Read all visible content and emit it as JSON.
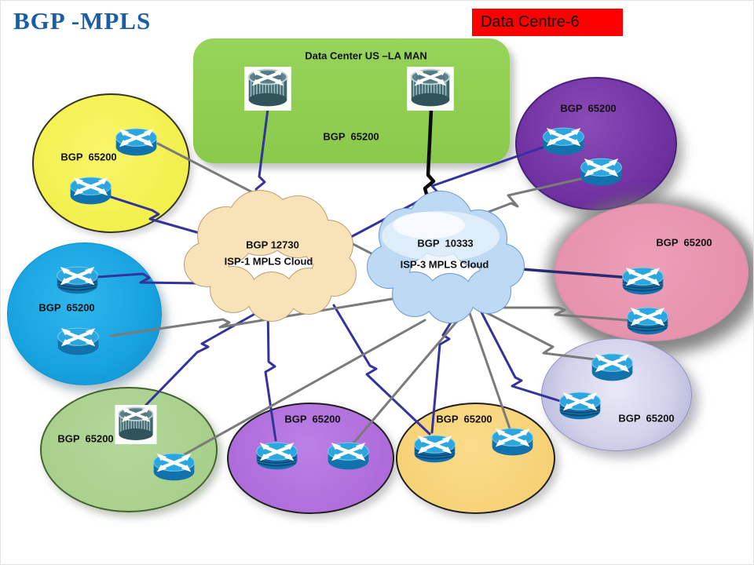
{
  "title": "BGP -MPLS",
  "banner": {
    "label": "Data Centre-6"
  },
  "colors": {
    "banner_bg": "#FF0000",
    "title_text": "#1A5DA6",
    "link_navy": "#33339B",
    "link_gray": "#7A7A7A",
    "link_black": "#0A0A0A"
  },
  "data_center": {
    "title": "Data Center US –LA MAN",
    "label": "BGP  65200"
  },
  "clouds": [
    {
      "bgp": "BGP 12730",
      "name": "ISP-1 MPLS Cloud"
    },
    {
      "bgp": "BGP  10333",
      "name": "ISP-3 MPLS Cloud"
    }
  ],
  "sites": [
    {
      "id": "yellow",
      "label": "BGP  65200"
    },
    {
      "id": "purple",
      "label": "BGP  65200"
    },
    {
      "id": "pink",
      "label": "BGP  65200"
    },
    {
      "id": "blue",
      "label": "BGP  65200"
    },
    {
      "id": "green",
      "label": "BGP  65200"
    },
    {
      "id": "bottom-purple",
      "label": "BGP  65200"
    },
    {
      "id": "orange",
      "label": "BGP  65200"
    },
    {
      "id": "lavender",
      "label": "BGP  65200"
    }
  ]
}
